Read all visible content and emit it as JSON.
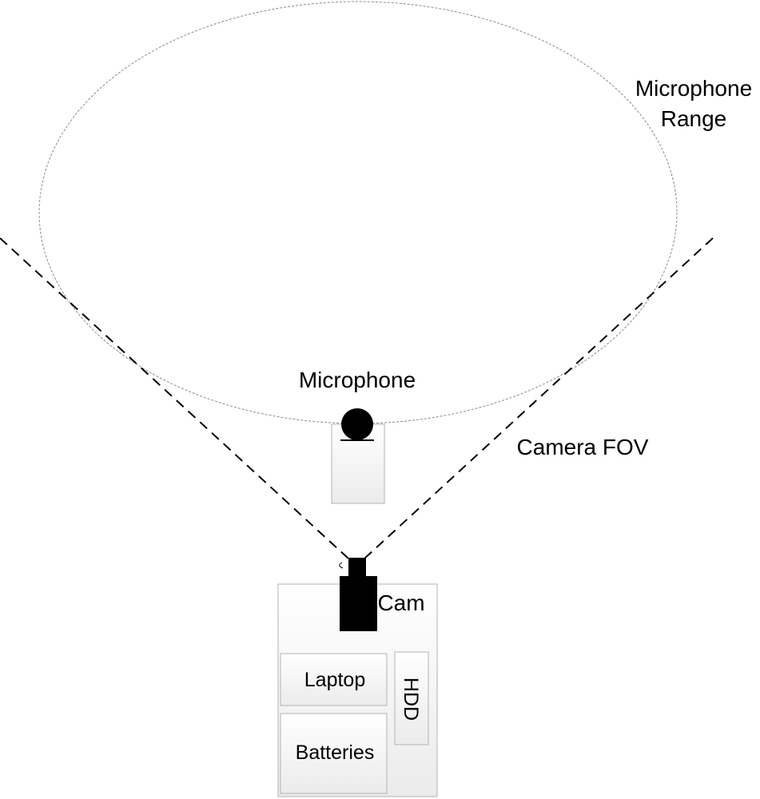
{
  "labels": {
    "microphone_range_line1": "Microphone",
    "microphone_range_line2": "Range",
    "microphone": "Microphone",
    "camera_fov": "Camera FOV",
    "cam": "Cam",
    "laptop": "Laptop",
    "hdd": "HDD",
    "batteries": "Batteries"
  },
  "colors": {
    "stroke": "#000000",
    "range_outline": "#8a8a8a",
    "box_outline": "#b3b3b3",
    "box_fill_top": "#ffffff",
    "box_fill_bottom": "#ececec",
    "device_fill": "#000000"
  },
  "icons": {
    "microphone": "microphone-icon",
    "camera": "camera-icon"
  }
}
